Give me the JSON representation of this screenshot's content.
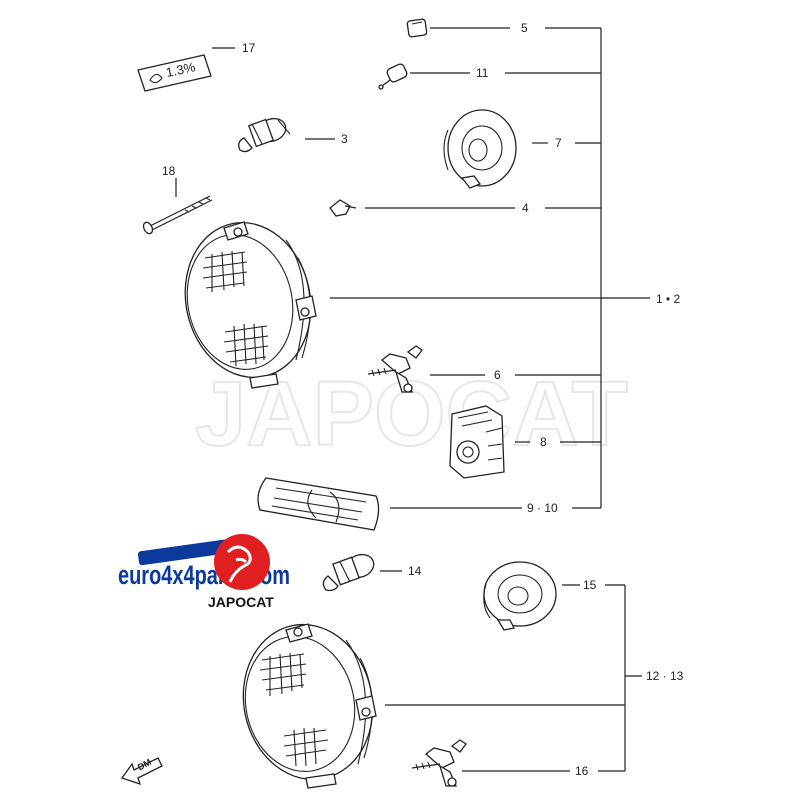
{
  "watermark": "JAPOCAT",
  "label_17_text": "1.3%",
  "direction_label": "DM",
  "logo": {
    "site_text": "euro4x4parts.com",
    "badge_text": "JAPOCAT",
    "banner_color": "#0b3a9c",
    "badge_color": "#e02020"
  },
  "callouts": [
    {
      "id": "c5",
      "text": "5"
    },
    {
      "id": "c11",
      "text": "11"
    },
    {
      "id": "c7",
      "text": "7"
    },
    {
      "id": "c4",
      "text": "4"
    },
    {
      "id": "c1_2",
      "text": "1 • 2"
    },
    {
      "id": "c6",
      "text": "6"
    },
    {
      "id": "c8",
      "text": "8"
    },
    {
      "id": "c9_10",
      "text": "9 · 10"
    },
    {
      "id": "c17",
      "text": "17"
    },
    {
      "id": "c3",
      "text": "3"
    },
    {
      "id": "c18",
      "text": "18"
    },
    {
      "id": "c14",
      "text": "14"
    },
    {
      "id": "c15",
      "text": "15"
    },
    {
      "id": "c12_13",
      "text": "12 · 13"
    },
    {
      "id": "c16",
      "text": "16"
    }
  ]
}
